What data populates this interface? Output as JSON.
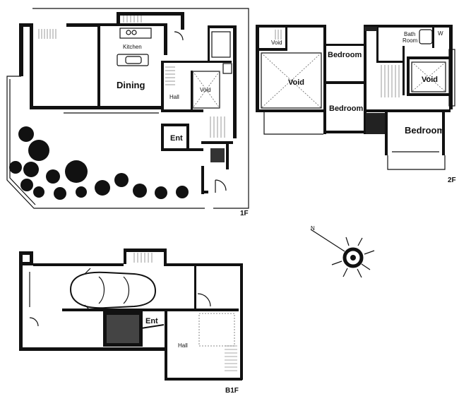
{
  "floors": {
    "f1": {
      "label": "1F",
      "rooms": {
        "kitchen": "Kitchen",
        "dining": "Dining",
        "hall": "Hall",
        "void": "Void",
        "ent": "Ent"
      }
    },
    "f2": {
      "label": "2F",
      "rooms": {
        "void_small": "Void",
        "void_large": "Void",
        "void_right": "Void",
        "bedroom_top": "Bedroom",
        "bedroom_mid": "Bedroom",
        "bedroom_right": "Bedroom",
        "bath_line1": "Bath",
        "bath_line2": "Room",
        "w": "W"
      }
    },
    "b1": {
      "label": "B1F",
      "rooms": {
        "ent": "Ent",
        "hall": "Hall"
      }
    }
  },
  "compass": {
    "north": "N"
  }
}
